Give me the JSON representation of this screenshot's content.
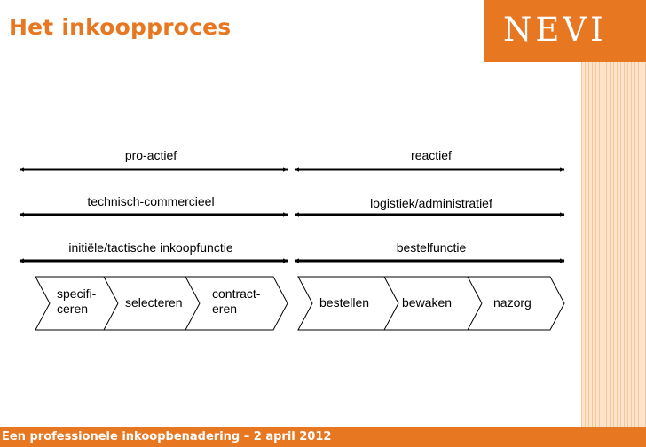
{
  "slide": {
    "title": "Het inkoopproces",
    "logo": "NEVI",
    "footer": "Een professionele inkoopbenadering – 2 april 2012"
  },
  "colors": {
    "accent": "#e87722",
    "stripe": "#fbe3cc",
    "lines": "#000000"
  },
  "diagram": {
    "rows": [
      {
        "left": "pro-actief",
        "right": "reactief"
      },
      {
        "left": "technisch-commercieel",
        "right": "logistiek/administratief"
      },
      {
        "left": "initiële/tactische inkoopfunctie",
        "right": "bestelfunctie"
      }
    ],
    "steps_left": [
      {
        "line1": "specifi-",
        "line2": "ceren"
      },
      {
        "line1": "selecteren",
        "line2": ""
      },
      {
        "line1": "contract-",
        "line2": "eren"
      }
    ],
    "steps_right": [
      {
        "line1": "bestellen",
        "line2": ""
      },
      {
        "line1": "bewaken",
        "line2": ""
      },
      {
        "line1": "nazorg",
        "line2": ""
      }
    ]
  }
}
